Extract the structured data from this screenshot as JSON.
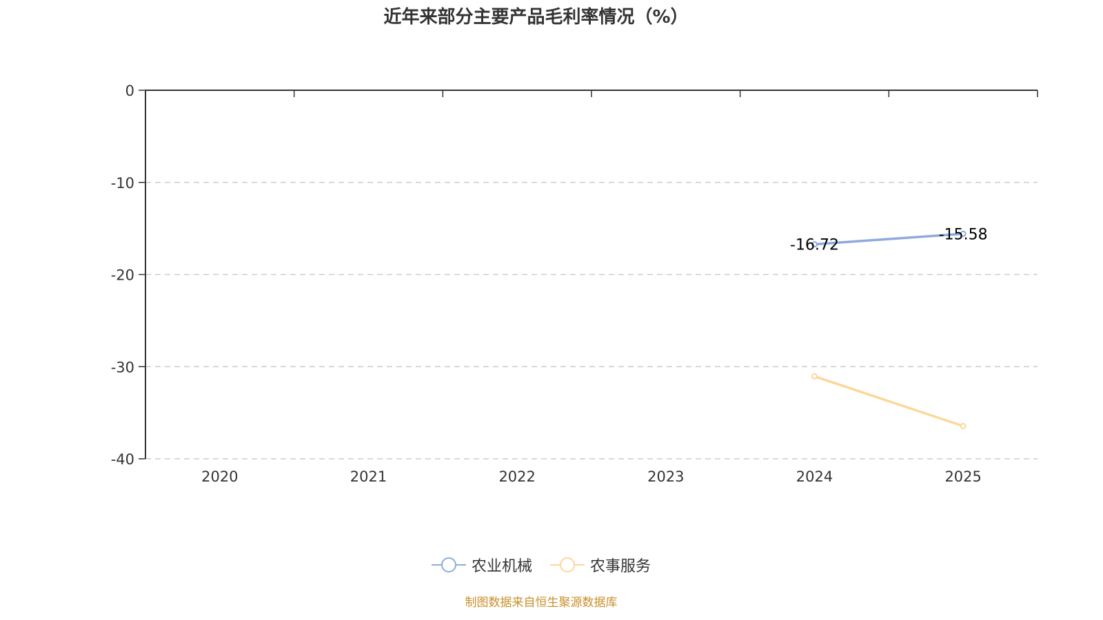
{
  "chart_data": {
    "type": "line",
    "title": "近年来部分主要产品毛利率情况（%）",
    "categories": [
      "2020",
      "2021",
      "2022",
      "2023",
      "2024",
      "2025"
    ],
    "ylim": [
      -40,
      0
    ],
    "yticks": [
      0,
      -10,
      -20,
      -30,
      -40
    ],
    "grid": true,
    "legend_position": "bottom",
    "series": [
      {
        "name": "农业机械",
        "color": "#8eaadc",
        "values": [
          null,
          null,
          null,
          null,
          -16.72,
          -15.58
        ],
        "labels": [
          null,
          null,
          null,
          null,
          "-16.72",
          "-15.58"
        ]
      },
      {
        "name": "农事服务",
        "color": "#fdd79a",
        "values": [
          null,
          null,
          null,
          null,
          -31.05,
          -36.45
        ],
        "labels": [
          null,
          null,
          null,
          null,
          null,
          null
        ]
      }
    ]
  },
  "source": "制图数据来自恒生聚源数据库"
}
